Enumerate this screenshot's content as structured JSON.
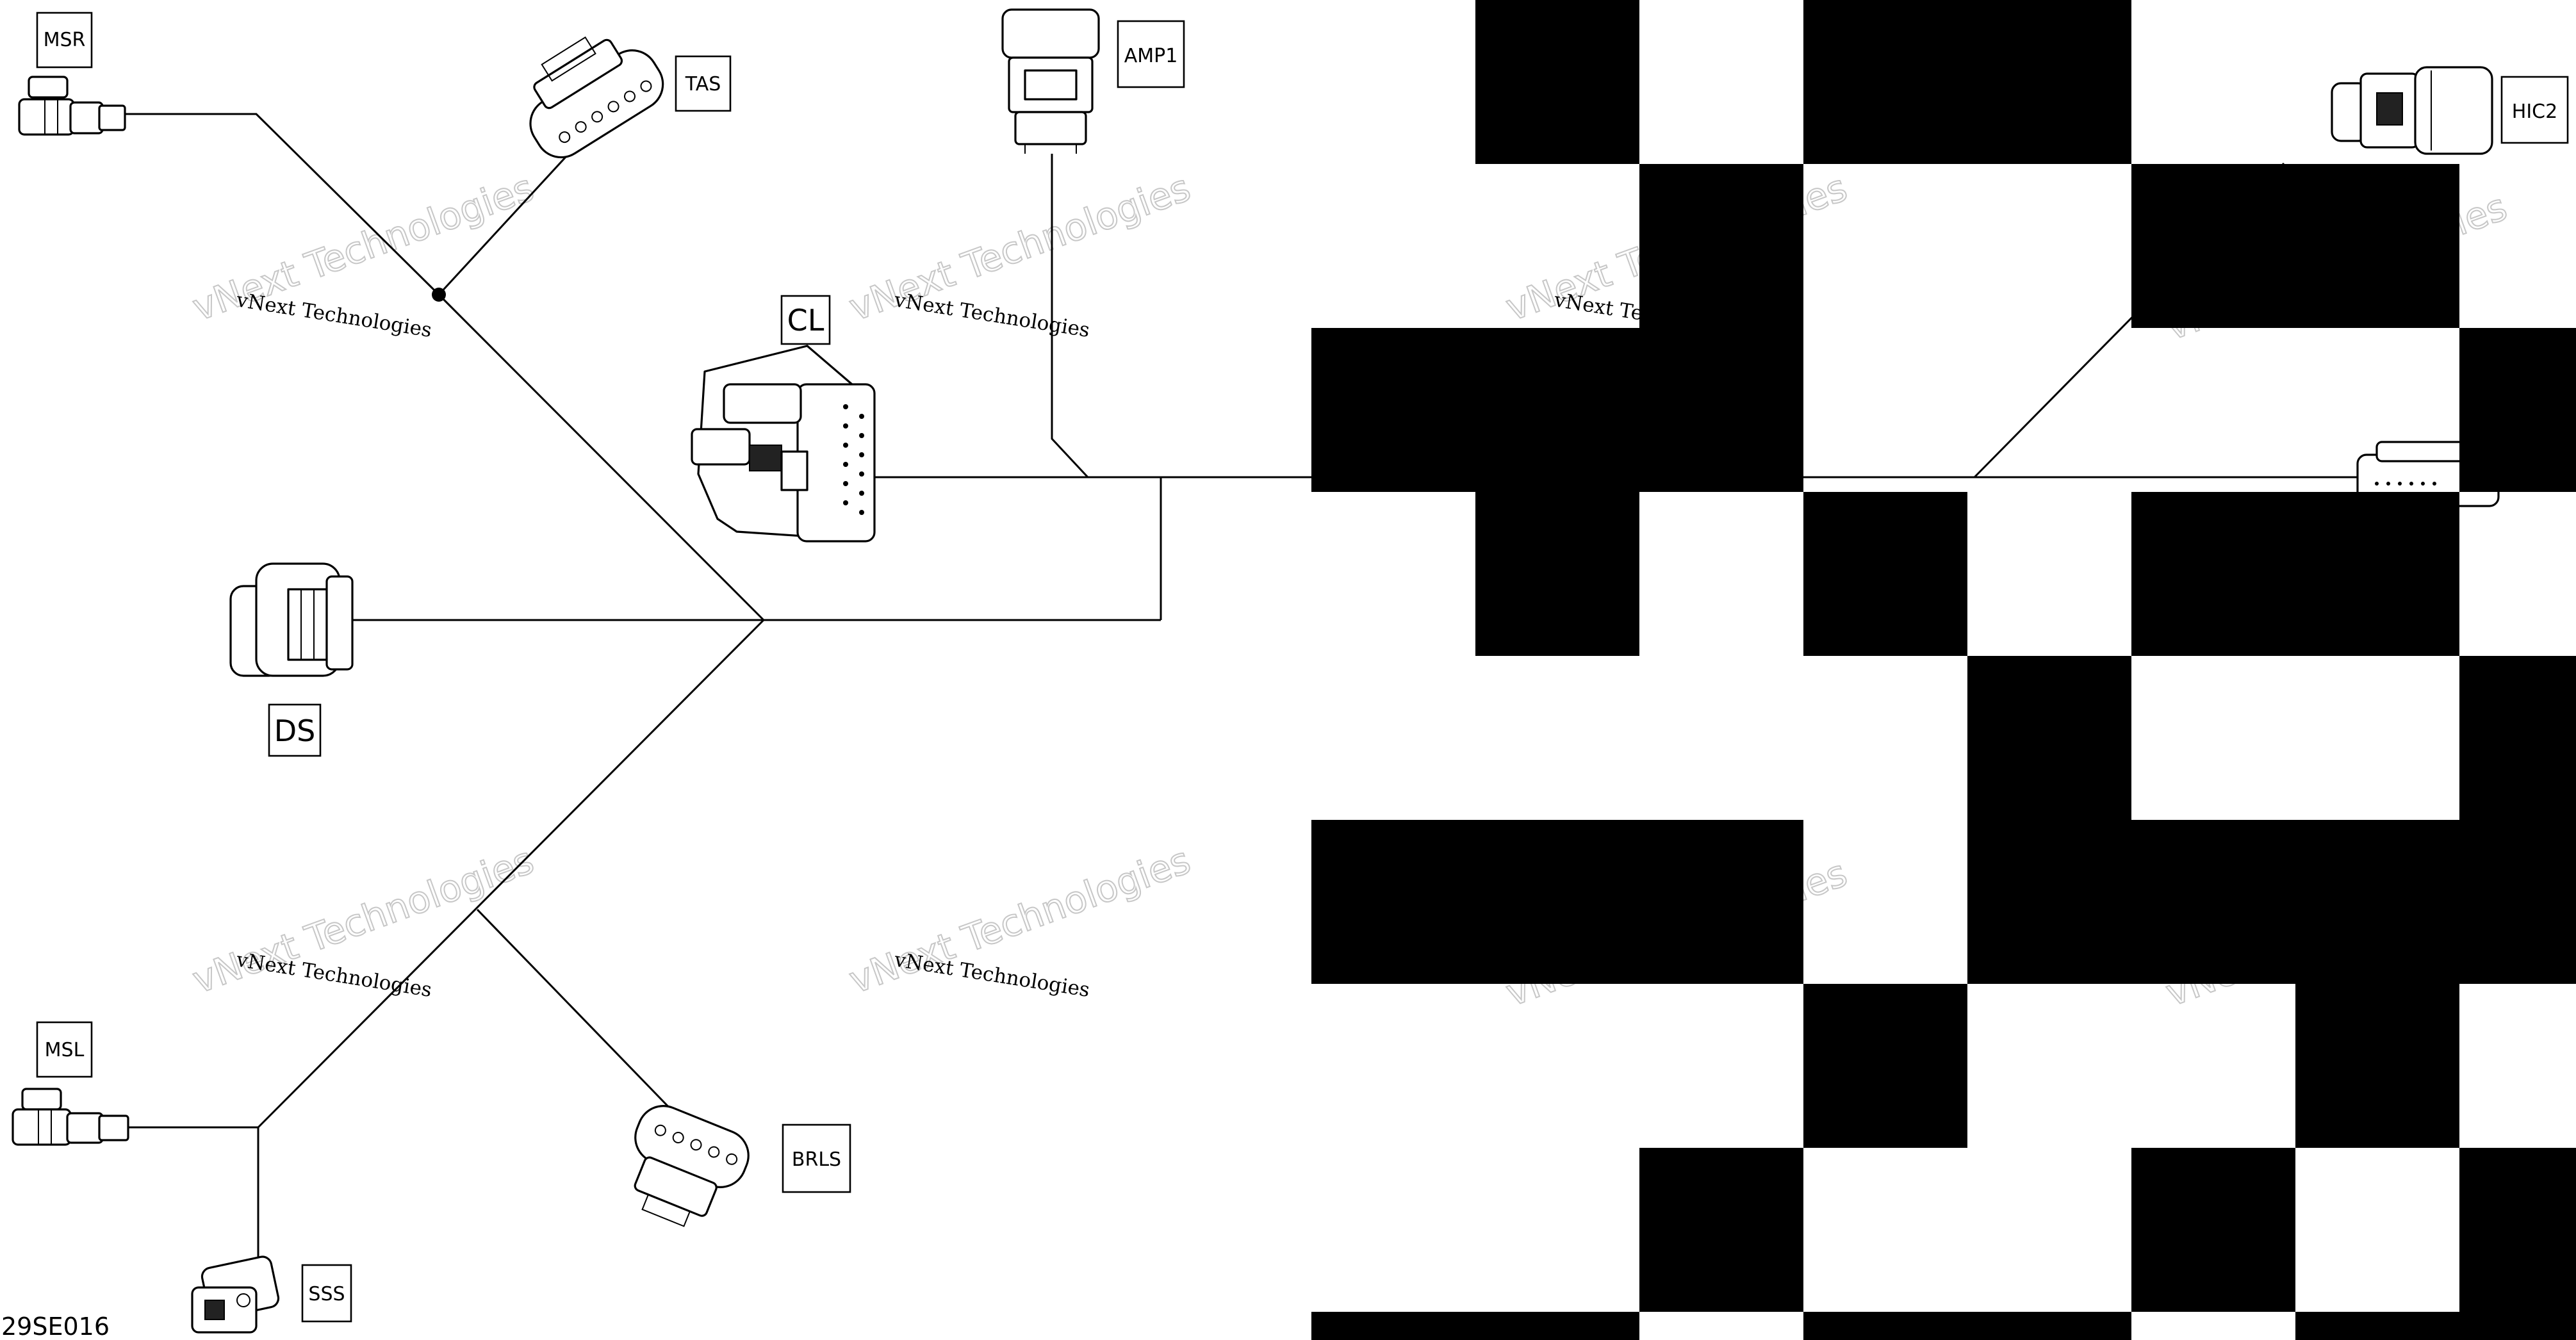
{
  "figure_code": "29SE016",
  "watermark": {
    "line1": "vNext Technologies",
    "line2": "vNext Technologies"
  },
  "connectors": {
    "msr": "MSR",
    "tas": "TAS",
    "amp1": "AMP1",
    "hic2": "HIC2",
    "cl": "CL",
    "ds": "DS",
    "msl": "MSL",
    "brls": "BRLS",
    "sss": "SSS"
  },
  "colors": {
    "line": "#000000",
    "background": "#ffffff",
    "watermark_outline": "#c7c7c7"
  }
}
